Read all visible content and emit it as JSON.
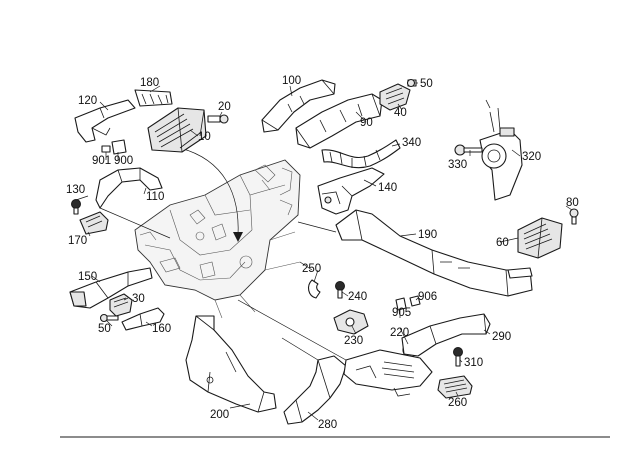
{
  "labels": {
    "p10": "10",
    "p20": "20",
    "p30": "30",
    "p40": "40",
    "p50a": "50",
    "p50b": "50",
    "p60": "60",
    "p80": "80",
    "p90": "90",
    "p100": "100",
    "p110": "110",
    "p120": "120",
    "p130": "130",
    "p140": "140",
    "p150": "150",
    "p160": "160",
    "p170": "170",
    "p180": "180",
    "p190": "190",
    "p200": "200",
    "p220": "220",
    "p230": "230",
    "p240": "240",
    "p250": "250",
    "p260": "260",
    "p280": "280",
    "p290": "290",
    "p310": "310",
    "p320": "320",
    "p330": "330",
    "p340": "340",
    "p900": "900",
    "p901": "901",
    "p905": "905",
    "p906": "906"
  },
  "colors": {
    "line": "#1a1a1a",
    "part_fill": "#e6e6e6",
    "background": "#ffffff"
  }
}
